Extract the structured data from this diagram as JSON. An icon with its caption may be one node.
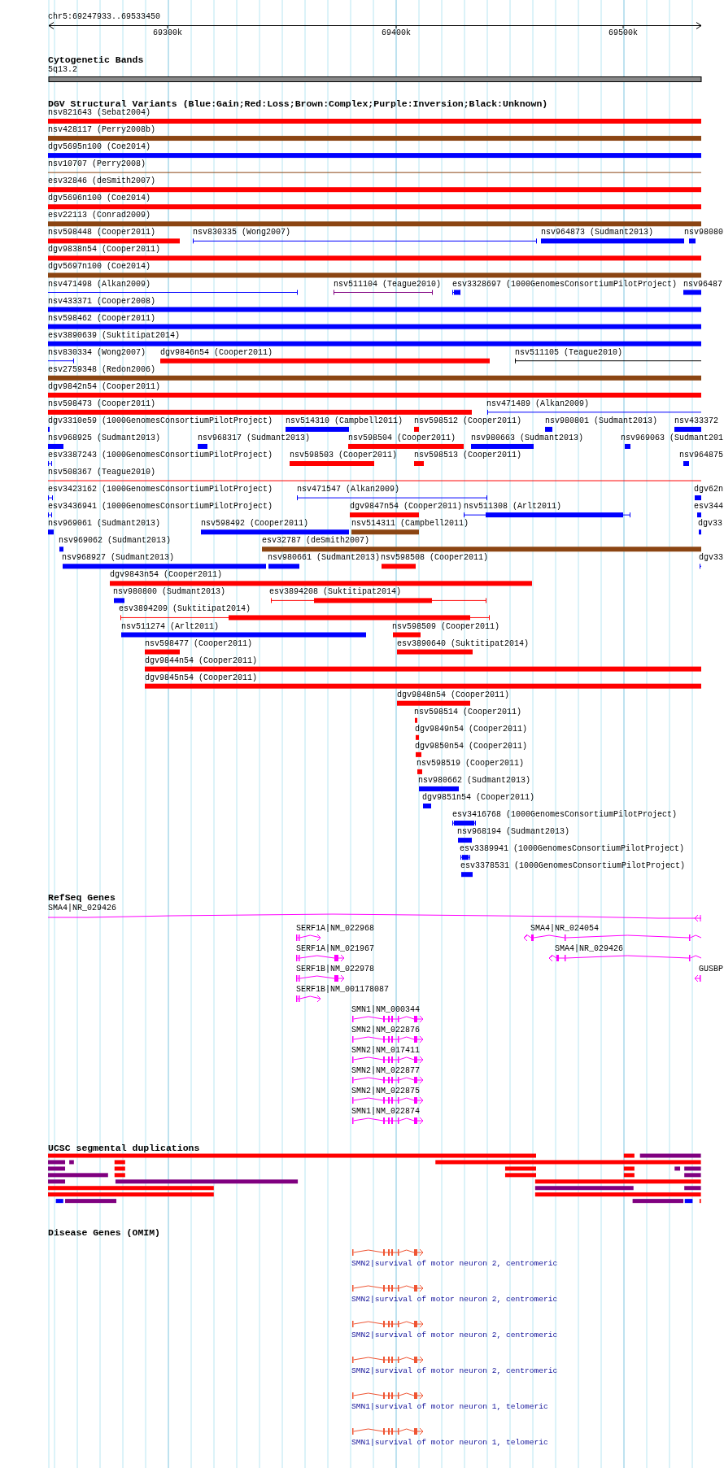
{
  "diagram": {
    "labels": [
      "chr5:69247933..69533450",
      "69300k",
      "69400k",
      "69500k",
      "Cytogenetic Bands",
      "5q13.2",
      "DGV Structural Variants (Blue:Gain;Red:Loss;Brown:Complex;Purple:Inversion;Black:Unknown)",
      "nsv821643 (Sebat2004)",
      "nsv428117 (Perry2008b)",
      "dgv5695n100 (Coe2014)",
      "nsv10707 (Perry2008)",
      "esv32846 (deSmith2007)",
      "dgv5696n100 (Coe2014)",
      "esv22113 (Conrad2009)",
      "nsv598448 (Cooper2011)",
      "nsv830335 (Wong2007)",
      "nsv964873 (Sudmant2013)",
      "nsv98080",
      "dgv9838n54 (Cooper2011)",
      "dgv5697n100 (Coe2014)",
      "nsv471498 (Alkan2009)",
      "nsv511104 (Teague2010)",
      "esv3328697 (1000GenomesConsortiumPilotProject)",
      "nsv96487",
      "nsv433371 (Cooper2008)",
      "nsv598462 (Cooper2011)",
      "esv3890639 (Suktitipat2014)",
      "nsv830334 (Wong2007)",
      "dgv9846n54 (Cooper2011)",
      "nsv511105 (Teague2010)",
      "esv2759348 (Redon2006)",
      "dgv9842n54 (Cooper2011)",
      "nsv598473 (Cooper2011)",
      "nsv471489 (Alkan2009)",
      "dgv3310e59 (1000GenomesConsortiumPilotProject)",
      "nsv514310 (Campbell2011)",
      "nsv598512 (Cooper2011)",
      "nsv980801 (Sudmant2013)",
      "nsv433372",
      "nsv968925 (Sudmant2013)",
      "nsv968317 (Sudmant2013)",
      "nsv598504 (Cooper2011)",
      "nsv980663 (Sudmant2013)",
      "nsv969063 (Sudmant201",
      "esv3387243 (1000GenomesConsortiumPilotProject)",
      "nsv598503 (Cooper2011)",
      "nsv598513 (Cooper2011)",
      "nsv964875",
      "nsv508367 (Teague2010)",
      "esv3423162 (1000GenomesConsortiumPilotProject)",
      "nsv471547 (Alkan2009)",
      "dgv62n",
      "esv3436941 (1000GenomesConsortiumPilotProject)",
      "dgv9847n54 (Cooper2011)",
      "nsv511308 (Arlt2011)",
      "esv344",
      "nsv969061 (Sudmant2013)",
      "nsv598492 (Cooper2011)",
      "nsv514311 (Campbell2011)",
      "dgv33",
      "nsv969062 (Sudmant2013)",
      "esv32787 (deSmith2007)",
      "nsv968927 (Sudmant2013)",
      "nsv980661 (Sudmant2013)",
      "nsv598508 (Cooper2011)",
      "dgv33",
      "dgv9843n54 (Cooper2011)",
      "nsv980800 (Sudmant2013)",
      "esv3894208 (Suktitipat2014)",
      "esv3894209 (Suktitipat2014)",
      "nsv511274 (Arlt2011)",
      "nsv598509 (Cooper2011)",
      "nsv598477 (Cooper2011)",
      "esv3890640 (Suktitipat2014)",
      "dgv9844n54 (Cooper2011)",
      "dgv9845n54 (Cooper2011)",
      "dgv9848n54 (Cooper2011)",
      "nsv598514 (Cooper2011)",
      "dgv9849n54 (Cooper2011)",
      "dgv9850n54 (Cooper2011)",
      "nsv598519 (Cooper2011)",
      "nsv980662 (Sudmant2013)",
      "dgv9851n54 (Cooper2011)",
      "esv3416768 (1000GenomesConsortiumPilotProject)",
      "nsv968194 (Sudmant2013)",
      "esv3389941 (1000GenomesConsortiumPilotProject)",
      "esv3378531 (1000GenomesConsortiumPilotProject)",
      "RefSeq Genes",
      "SMA4|NR_029426",
      "SERF1A|NM_022968",
      "SMA4|NR_024054",
      "SERF1A|NM_021967",
      "SMA4|NR_029426",
      "SERF1B|NM_022978",
      "GUSBP",
      "SERF1B|NM_001178087",
      "SMN1|NM_000344",
      "SMN2|NM_022876",
      "SMN2|NM_017411",
      "SMN2|NM_022877",
      "SMN2|NM_022875",
      "SMN1|NM_022874",
      "UCSC segmental duplications",
      "Disease Genes (OMIM)",
      "SMN2|survival of motor neuron 2, centromeric",
      "SMN2|survival of motor neuron 2, centromeric",
      "SMN2|survival of motor neuron 2, centromeric",
      "SMN2|survival of motor neuron 2, centromeric",
      "SMN1|survival of motor neuron 1, telomeric",
      "SMN1|survival of motor neuron 1, telomeric"
    ]
  }
}
